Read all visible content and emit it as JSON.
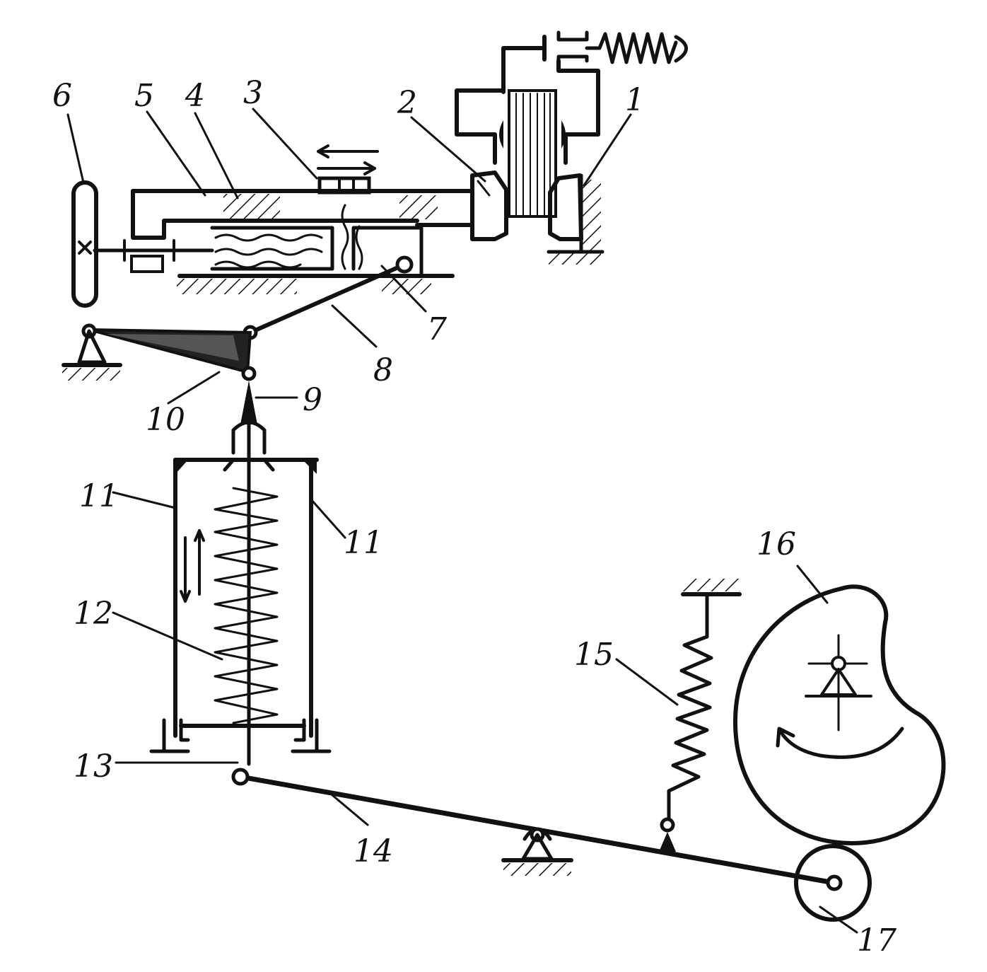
{
  "labels": {
    "l1": "1",
    "l2": "2",
    "l3": "3",
    "l4": "4",
    "l5": "5",
    "l6": "6",
    "l7": "7",
    "l8": "8",
    "l9": "9",
    "l10": "10",
    "l11a": "11",
    "l11b": "11",
    "l12": "12",
    "l13": "13",
    "l14": "14",
    "l15": "15",
    "l16": "16",
    "l17": "17"
  },
  "colors": {
    "ink": "#111111",
    "paper": "#ffffff"
  }
}
